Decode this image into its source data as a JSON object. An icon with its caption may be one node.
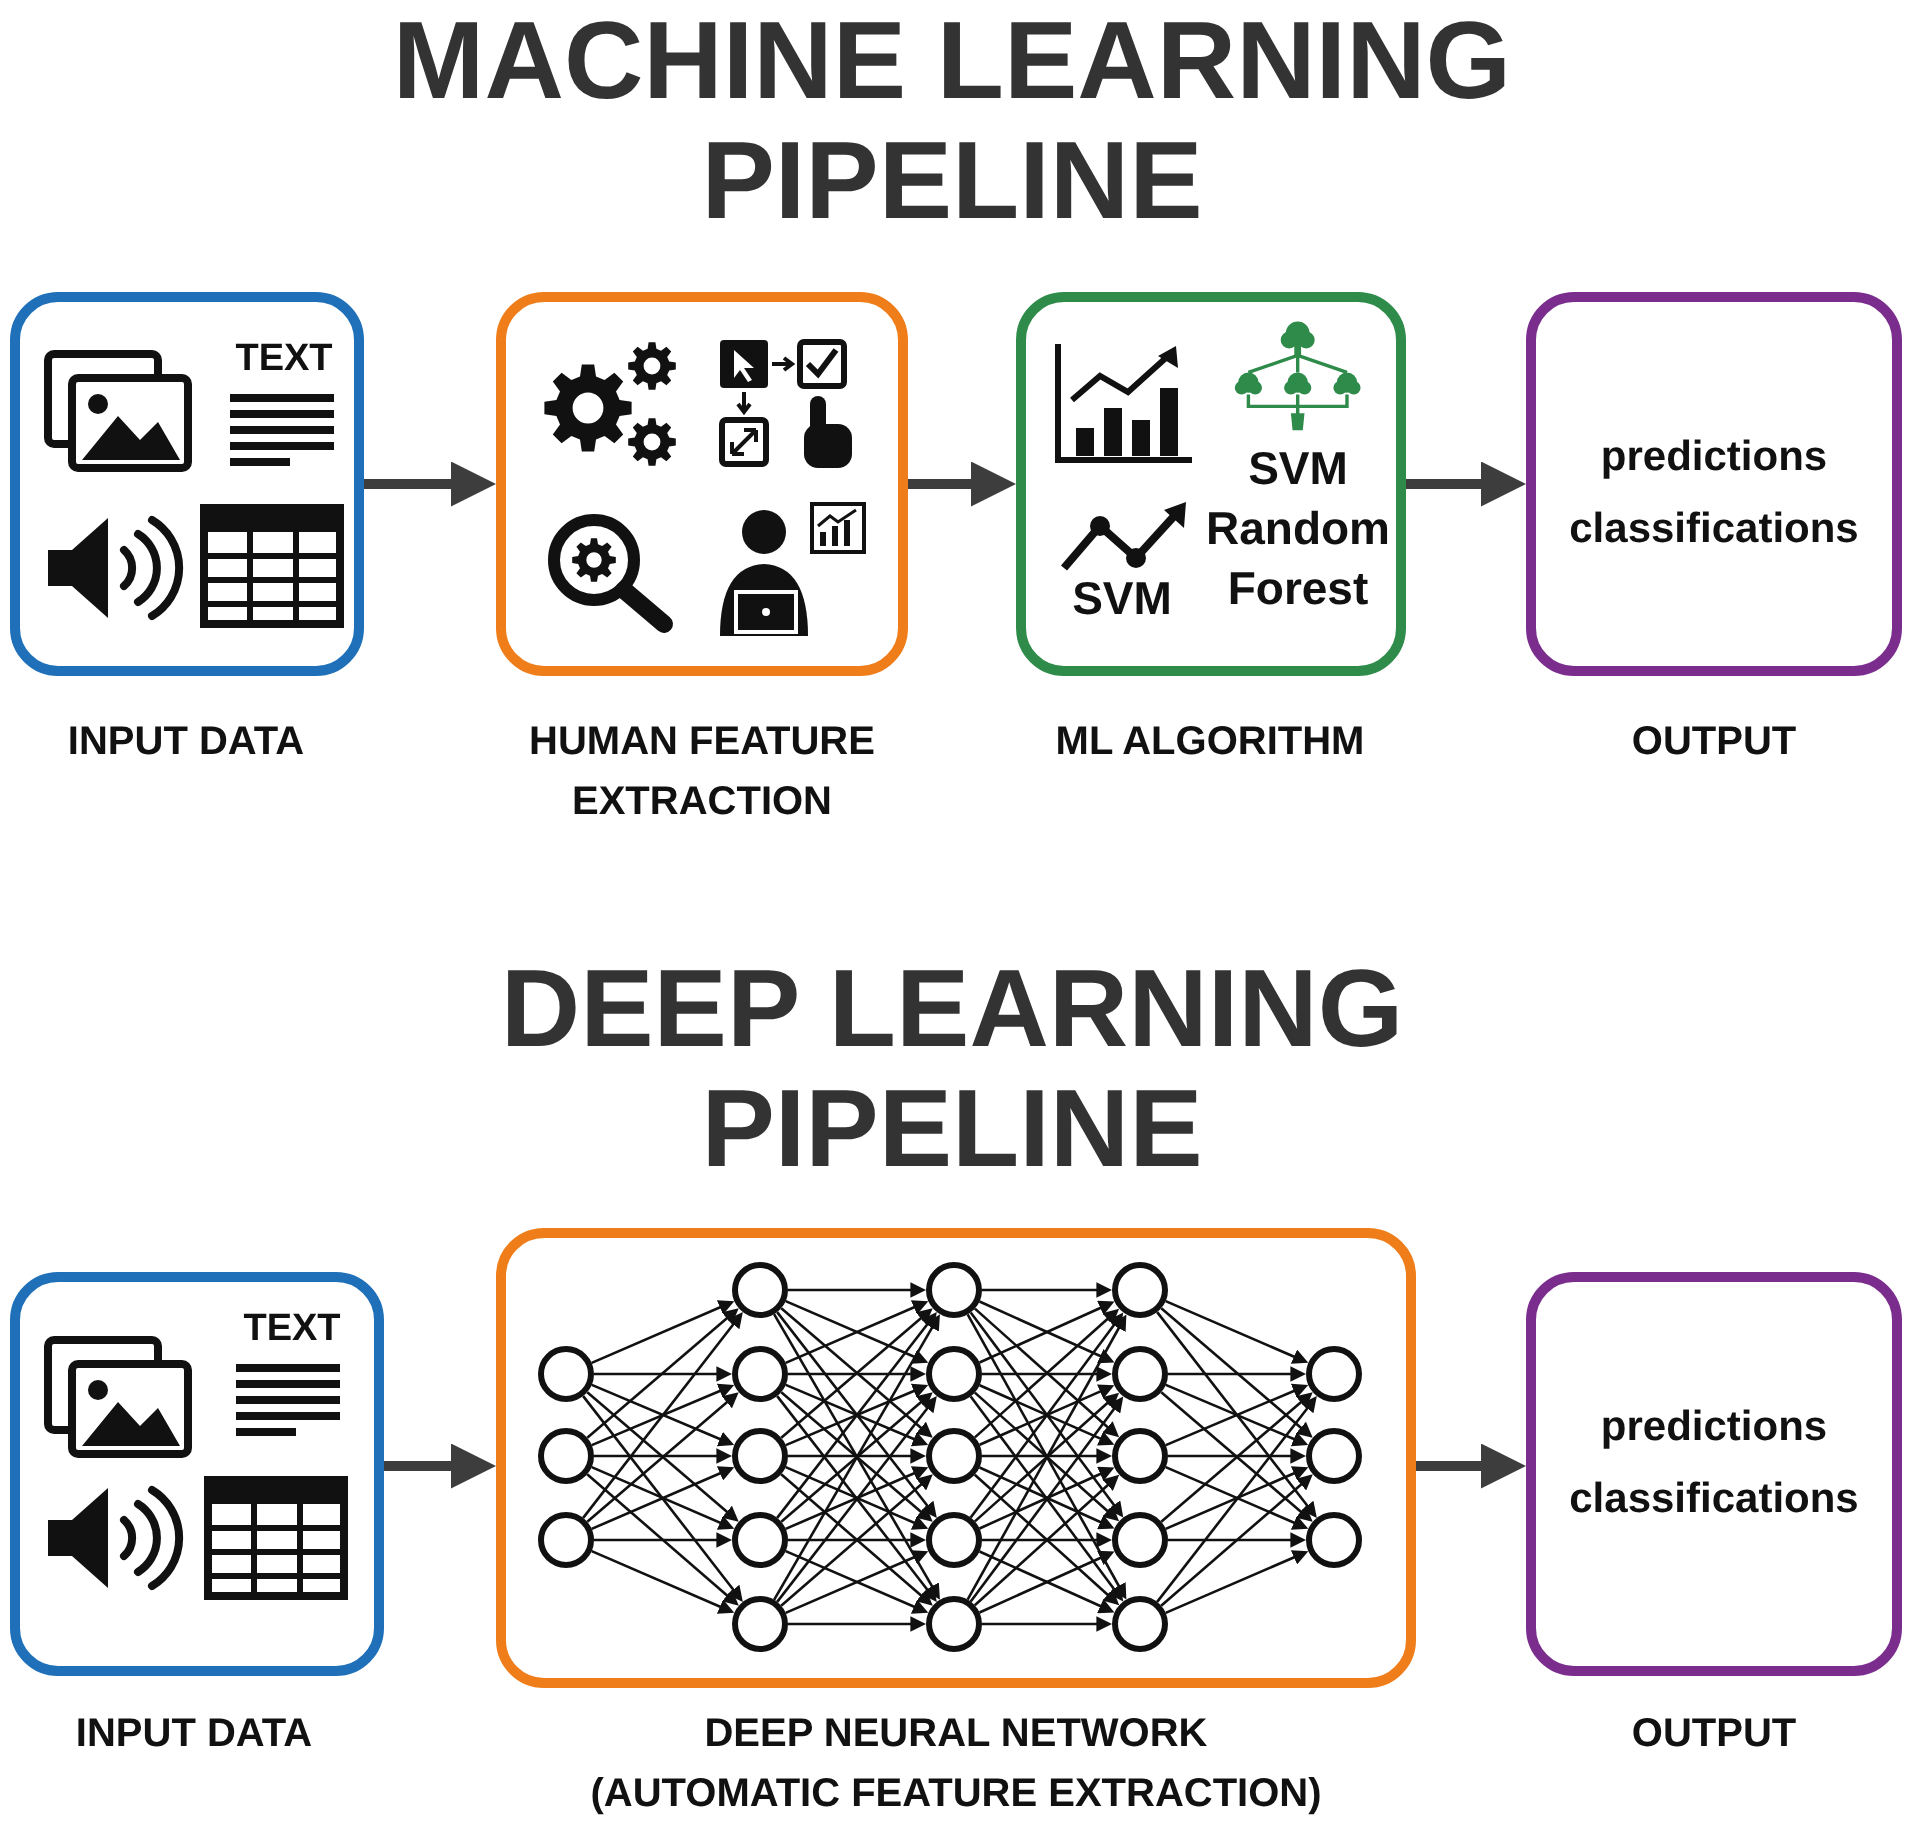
{
  "diagram": {
    "title": "MACHINE LEARNING PIPELINE",
    "nodes": [
      {
        "text": [
          "TEXT"
        ],
        "beside": [
          "INPUT DATA"
        ]
      },
      {
        "text": [],
        "shape": "box",
        "beside": [
          "HUMAN FEATURE EXTRACTION"
        ]
      },
      {
        "text": [
          "SVM",
          "SVM Random Forest"
        ],
        "beside": [
          "ML ALGORITHM"
        ]
      },
      {
        "text": [
          "predictions classifications"
        ],
        "beside": [
          "OUTPUT"
        ]
      },
      {
        "text": [
          "TEXT"
        ],
        "beside": [
          "INPUT DATA"
        ]
      },
      {
        "text": [],
        "shape": "box",
        "beside": [
          "DEEP NEURAL NETWORK (AUTOMATIC FEATURE EXTRACTION)"
        ]
      },
      {
        "text": [
          "predictions classifications"
        ],
        "beside": [
          "OUTPUT"
        ]
      },
      {
        "text": [],
        "shape": "circle",
        "in": 5
      },
      {
        "text": [],
        "shape": "circle",
        "in": 5
      },
      {
        "text": [],
        "shape": "circle",
        "in": 5
      },
      {
        "text": [],
        "shape": "circle",
        "in": 5
      },
      {
        "text": [],
        "shape": "circle",
        "in": 5
      },
      {
        "text": [],
        "shape": "circle",
        "in": 5
      },
      {
        "text": [],
        "shape": "circle",
        "in": 5
      },
      {
        "text": [],
        "shape": "circle",
        "in": 5
      },
      {
        "text": [],
        "shape": "circle",
        "in": 5
      },
      {
        "text": [],
        "shape": "circle",
        "in": 5
      },
      {
        "text": [],
        "shape": "circle",
        "in": 5
      },
      {
        "text": [],
        "shape": "circle",
        "in": 5
      },
      {
        "text": [],
        "shape": "circle",
        "in": 5
      },
      {
        "text": [],
        "shape": "circle",
        "in": 5
      },
      {
        "text": [],
        "shape": "circle",
        "in": 5
      },
      {
        "text": [],
        "shape": "circle",
        "in": 5
      },
      {
        "text": [],
        "shape": "circle",
        "in": 5
      },
      {
        "text": [],
        "shape": "circle",
        "in": 5
      },
      {
        "text": [],
        "shape": "circle",
        "in": 5
      },
      {
        "text": [],
        "shape": "circle",
        "in": 5
      },
      {
        "text": [],
        "shape": "circle",
        "in": 5
      }
    ],
    "edges": [
      {
        "from": 0,
        "to": 1,
        "arrow": "to",
        "style": "thick"
      },
      {
        "from": 1,
        "to": 2,
        "arrow": "to",
        "style": "thick"
      },
      {
        "from": 2,
        "to": 3,
        "arrow": "to",
        "style": "thick"
      },
      {
        "from": 4,
        "to": 5,
        "arrow": "to",
        "style": "thick"
      },
      {
        "from": 5,
        "to": 6,
        "arrow": "to",
        "style": "thick"
      },
      {
        "from": 7,
        "to": 10,
        "arrow": "to"
      },
      {
        "from": 7,
        "to": 11,
        "arrow": "to"
      },
      {
        "from": 7,
        "to": 12,
        "arrow": "to"
      },
      {
        "from": 7,
        "to": 13,
        "arrow": "to"
      },
      {
        "from": 7,
        "to": 14,
        "arrow": "to"
      },
      {
        "from": 8,
        "to": 10,
        "arrow": "to"
      },
      {
        "from": 8,
        "to": 11,
        "arrow": "to"
      },
      {
        "from": 8,
        "to": 12,
        "arrow": "to"
      },
      {
        "from": 8,
        "to": 13,
        "arrow": "to"
      },
      {
        "from": 8,
        "to": 14,
        "arrow": "to"
      },
      {
        "from": 9,
        "to": 10,
        "arrow": "to"
      },
      {
        "from": 9,
        "to": 11,
        "arrow": "to"
      },
      {
        "from": 9,
        "to": 12,
        "arrow": "to"
      },
      {
        "from": 9,
        "to": 13,
        "arrow": "to"
      },
      {
        "from": 9,
        "to": 14,
        "arrow": "to"
      },
      {
        "from": 10,
        "to": 15,
        "arrow": "to"
      },
      {
        "from": 10,
        "to": 16,
        "arrow": "to"
      },
      {
        "from": 10,
        "to": 17,
        "arrow": "to"
      },
      {
        "from": 10,
        "to": 18,
        "arrow": "to"
      },
      {
        "from": 10,
        "to": 19,
        "arrow": "to"
      },
      {
        "from": 11,
        "to": 15,
        "arrow": "to"
      },
      {
        "from": 11,
        "to": 16,
        "arrow": "to"
      },
      {
        "from": 11,
        "to": 17,
        "arrow": "to"
      },
      {
        "from": 11,
        "to": 18,
        "arrow": "to"
      },
      {
        "from": 11,
        "to": 19,
        "arrow": "to"
      },
      {
        "from": 12,
        "to": 15,
        "arrow": "to"
      },
      {
        "from": 12,
        "to": 16,
        "arrow": "to"
      },
      {
        "from": 12,
        "to": 17,
        "arrow": "to"
      },
      {
        "from": 12,
        "to": 18,
        "arrow": "to"
      },
      {
        "from": 12,
        "to": 19,
        "arrow": "to"
      },
      {
        "from": 13,
        "to": 15,
        "arrow": "to"
      },
      {
        "from": 13,
        "to": 16,
        "arrow": "to"
      },
      {
        "from": 13,
        "to": 17,
        "arrow": "to"
      },
      {
        "from": 13,
        "to": 18,
        "arrow": "to"
      },
      {
        "from": 13,
        "to": 19,
        "arrow": "to"
      },
      {
        "from": 14,
        "to": 15,
        "arrow": "to"
      },
      {
        "from": 14,
        "to": 16,
        "arrow": "to"
      },
      {
        "from": 14,
        "to": 17,
        "arrow": "to"
      },
      {
        "from": 14,
        "to": 18,
        "arrow": "to"
      },
      {
        "from": 14,
        "to": 19,
        "arrow": "to"
      },
      {
        "from": 15,
        "to": 20,
        "arrow": "to"
      },
      {
        "from": 15,
        "to": 21,
        "arrow": "to"
      },
      {
        "from": 15,
        "to": 22,
        "arrow": "to"
      },
      {
        "from": 15,
        "to": 23,
        "arrow": "to"
      },
      {
        "from": 15,
        "to": 24,
        "arrow": "to"
      },
      {
        "from": 16,
        "to": 20,
        "arrow": "to"
      },
      {
        "from": 16,
        "to": 21,
        "arrow": "to"
      },
      {
        "from": 16,
        "to": 22,
        "arrow": "to"
      },
      {
        "from": 16,
        "to": 23,
        "arrow": "to"
      },
      {
        "from": 16,
        "to": 24,
        "arrow": "to"
      },
      {
        "from": 17,
        "to": 20,
        "arrow": "to"
      },
      {
        "from": 17,
        "to": 21,
        "arrow": "to"
      },
      {
        "from": 17,
        "to": 22,
        "arrow": "to"
      },
      {
        "from": 17,
        "to": 23,
        "arrow": "to"
      },
      {
        "from": 17,
        "to": 24,
        "arrow": "to"
      },
      {
        "from": 18,
        "to": 20,
        "arrow": "to"
      },
      {
        "from": 18,
        "to": 21,
        "arrow": "to"
      },
      {
        "from": 18,
        "to": 22,
        "arrow": "to"
      },
      {
        "from": 18,
        "to": 23,
        "arrow": "to"
      },
      {
        "from": 18,
        "to": 24,
        "arrow": "to"
      },
      {
        "from": 19,
        "to": 20,
        "arrow": "to"
      },
      {
        "from": 19,
        "to": 21,
        "arrow": "to"
      },
      {
        "from": 19,
        "to": 22,
        "arrow": "to"
      },
      {
        "from": 19,
        "to": 23,
        "arrow": "to"
      },
      {
        "from": 19,
        "to": 24,
        "arrow": "to"
      },
      {
        "from": 20,
        "to": 25,
        "arrow": "to"
      },
      {
        "from": 20,
        "to": 26,
        "arrow": "to"
      },
      {
        "from": 20,
        "to": 27,
        "arrow": "to"
      },
      {
        "from": 21,
        "to": 25,
        "arrow": "to"
      },
      {
        "from": 21,
        "to": 26,
        "arrow": "to"
      },
      {
        "from": 21,
        "to": 27,
        "arrow": "to"
      },
      {
        "from": 22,
        "to": 25,
        "arrow": "to"
      },
      {
        "from": 22,
        "to": 26,
        "arrow": "to"
      },
      {
        "from": 22,
        "to": 27,
        "arrow": "to"
      },
      {
        "from": 23,
        "to": 25,
        "arrow": "to"
      },
      {
        "from": 23,
        "to": 26,
        "arrow": "to"
      },
      {
        "from": 23,
        "to": 27,
        "arrow": "to"
      },
      {
        "from": 24,
        "to": 25,
        "arrow": "to"
      },
      {
        "from": 24,
        "to": 26,
        "arrow": "to"
      },
      {
        "from": 24,
        "to": 27,
        "arrow": "to"
      }
    ],
    "labels": [
      "DEEP LEARNING PIPELINE"
    ]
  }
}
